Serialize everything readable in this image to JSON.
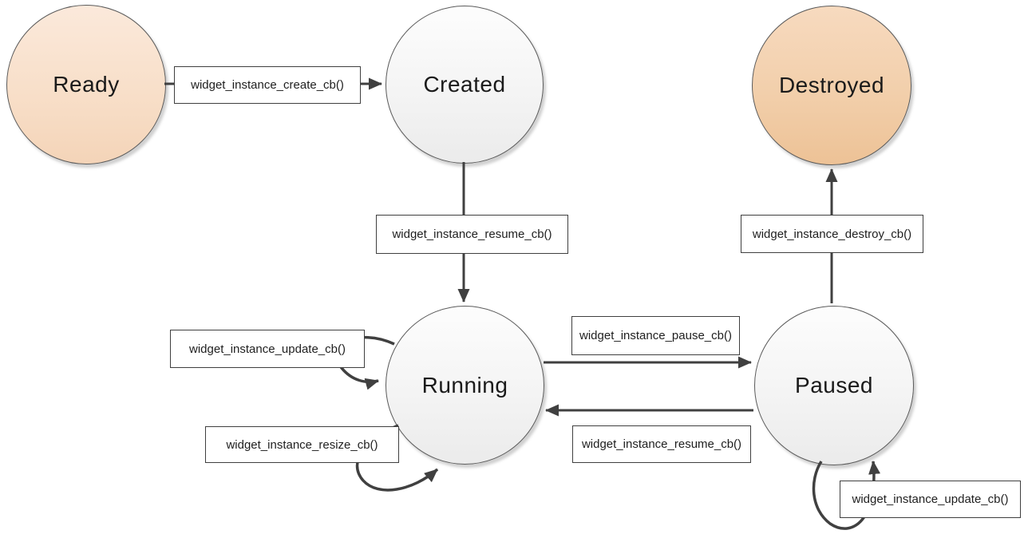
{
  "diagram": {
    "type": "state-machine",
    "states": [
      {
        "id": "ready",
        "label": "Ready",
        "fill_top": "#fbe9db",
        "fill_bottom": "#f4d4b8"
      },
      {
        "id": "created",
        "label": "Created",
        "fill_top": "#fdfdfd",
        "fill_bottom": "#ebebeb"
      },
      {
        "id": "destroyed",
        "label": "Destroyed",
        "fill_top": "#f7dabf",
        "fill_bottom": "#edc296"
      },
      {
        "id": "running",
        "label": "Running",
        "fill_top": "#fdfdfd",
        "fill_bottom": "#ebebeb"
      },
      {
        "id": "paused",
        "label": "Paused",
        "fill_top": "#fdfdfd",
        "fill_bottom": "#ebebeb"
      }
    ],
    "transitions": [
      {
        "id": "create",
        "from": "Ready",
        "to": "Created",
        "label": "widget_instance_create_cb()"
      },
      {
        "id": "resume-created",
        "from": "Created",
        "to": "Running",
        "label": "widget_instance_resume_cb()"
      },
      {
        "id": "update-running",
        "from": "Running",
        "to": "Running",
        "label": "widget_instance_update_cb()"
      },
      {
        "id": "resize-running",
        "from": "Running",
        "to": "Running",
        "label": "widget_instance_resize_cb()"
      },
      {
        "id": "pause",
        "from": "Running",
        "to": "Paused",
        "label": "widget_instance_pause_cb()"
      },
      {
        "id": "resume-paused",
        "from": "Paused",
        "to": "Running",
        "label": "widget_instance_resume_cb()"
      },
      {
        "id": "destroy",
        "from": "Paused",
        "to": "Destroyed",
        "label": "widget_instance_destroy_cb()"
      },
      {
        "id": "update-paused",
        "from": "Paused",
        "to": "Paused",
        "label": "widget_instance_update_cb()"
      }
    ],
    "colors": {
      "arrow": "#404040",
      "node_border": "#5a5a5a",
      "label_border": "#3f3f3f",
      "background": "#ffffff"
    }
  }
}
